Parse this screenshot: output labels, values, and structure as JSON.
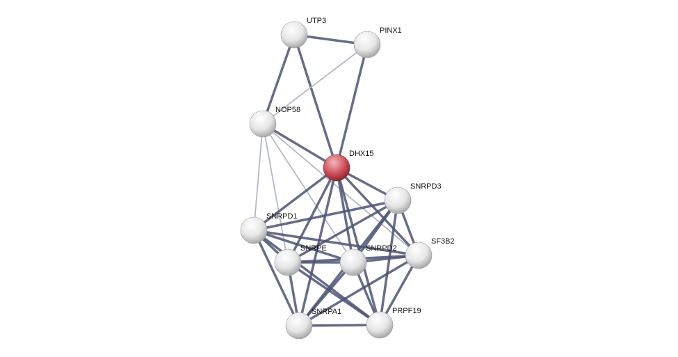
{
  "network": {
    "query_node": "DHX15",
    "query_color": "#c0474f",
    "node_color": "#e8e8e8",
    "edge_color": "#4c5373",
    "edge_light_color": "#b4b8ca",
    "nodes": [
      {
        "id": "UTP3",
        "label": "UTP3"
      },
      {
        "id": "PINX1",
        "label": "PINX1"
      },
      {
        "id": "NOP58",
        "label": "NOP58"
      },
      {
        "id": "DHX15",
        "label": "DHX15"
      },
      {
        "id": "SNRPD3",
        "label": "SNRPD3"
      },
      {
        "id": "SNRPD1",
        "label": "SNRPD1"
      },
      {
        "id": "SF3B2",
        "label": "SF3B2"
      },
      {
        "id": "SNRPE",
        "label": "SNRPE"
      },
      {
        "id": "SNRPD2",
        "label": "SNRPD2"
      },
      {
        "id": "SNRPA1",
        "label": "SNRPA1"
      },
      {
        "id": "PRPF19",
        "label": "PRPF19"
      }
    ],
    "edges": [
      [
        "UTP3",
        "PINX1",
        "strong"
      ],
      [
        "UTP3",
        "NOP58",
        "strong"
      ],
      [
        "UTP3",
        "DHX15",
        "strong"
      ],
      [
        "PINX1",
        "NOP58",
        "weak"
      ],
      [
        "PINX1",
        "DHX15",
        "strong"
      ],
      [
        "NOP58",
        "DHX15",
        "strong"
      ],
      [
        "NOP58",
        "SNRPD1",
        "weak"
      ],
      [
        "NOP58",
        "SNRPE",
        "weak"
      ],
      [
        "NOP58",
        "SNRPD2",
        "weak"
      ],
      [
        "NOP58",
        "SF3B2",
        "weak"
      ],
      [
        "DHX15",
        "SNRPD1",
        "strong"
      ],
      [
        "DHX15",
        "SNRPE",
        "strong"
      ],
      [
        "DHX15",
        "SNRPD2",
        "strong"
      ],
      [
        "DHX15",
        "SNRPA1",
        "strong"
      ],
      [
        "DHX15",
        "PRPF19",
        "strong"
      ],
      [
        "DHX15",
        "SNRPD3",
        "strong"
      ],
      [
        "DHX15",
        "SF3B2",
        "strong"
      ],
      [
        "SNRPD1",
        "SNRPD3",
        "strong"
      ],
      [
        "SNRPD1",
        "SNRPE",
        "strong"
      ],
      [
        "SNRPD1",
        "SNRPD2",
        "strong"
      ],
      [
        "SNRPD1",
        "SF3B2",
        "strong"
      ],
      [
        "SNRPD1",
        "SNRPA1",
        "strong"
      ],
      [
        "SNRPD1",
        "PRPF19",
        "strong"
      ],
      [
        "SNRPE",
        "SNRPD3",
        "strong"
      ],
      [
        "SNRPE",
        "SNRPD2",
        "strong"
      ],
      [
        "SNRPE",
        "SF3B2",
        "strong"
      ],
      [
        "SNRPE",
        "SNRPA1",
        "strong"
      ],
      [
        "SNRPE",
        "PRPF19",
        "strong"
      ],
      [
        "SNRPD2",
        "SNRPD3",
        "strong"
      ],
      [
        "SNRPD2",
        "SF3B2",
        "strong"
      ],
      [
        "SNRPD2",
        "SNRPA1",
        "strong"
      ],
      [
        "SNRPD2",
        "PRPF19",
        "strong"
      ],
      [
        "SNRPD3",
        "SF3B2",
        "strong"
      ],
      [
        "SNRPD3",
        "PRPF19",
        "strong"
      ],
      [
        "SNRPD3",
        "SNRPA1",
        "strong"
      ],
      [
        "SF3B2",
        "PRPF19",
        "strong"
      ],
      [
        "SF3B2",
        "SNRPA1",
        "strong"
      ],
      [
        "SNRPA1",
        "PRPF19",
        "strong"
      ]
    ]
  }
}
